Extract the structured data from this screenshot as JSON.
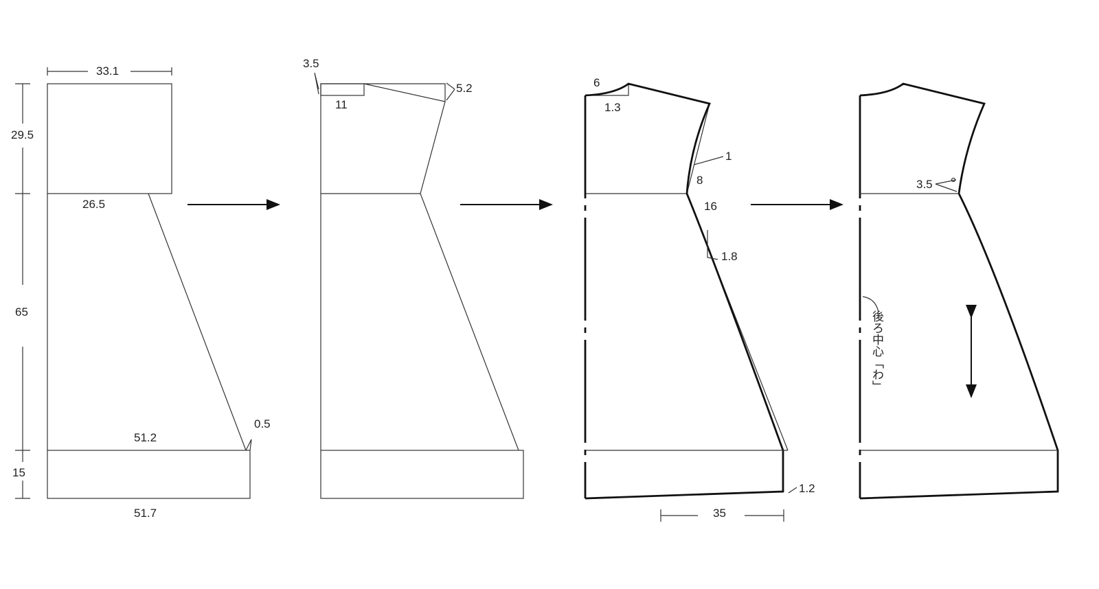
{
  "steps": [
    {
      "name": "step-1-base-rectangles",
      "labels": {
        "width_top": "33.1",
        "height_upper": "29.5",
        "waist_width": "26.5",
        "height_skirt": "65",
        "hem_width": "51.2",
        "hem_offset": "0.5",
        "height_band": "15",
        "band_width": "51.7"
      }
    },
    {
      "name": "step-2-neck-shoulder",
      "labels": {
        "neck_drop": "3.5",
        "neck_width": "11",
        "shoulder_drop": "5.2"
      }
    },
    {
      "name": "step-3-curves",
      "labels": {
        "neck_curve": "6",
        "neck_depth": "1.3",
        "armhole_1": "1",
        "armhole_8": "8",
        "side_16": "16",
        "side_1_8": "1.8",
        "band_rise": "1.2",
        "band_measure": "35"
      }
    },
    {
      "name": "step-4-final-pattern",
      "labels": {
        "notch": "3.5",
        "center_back_fold": "後ろ中心「わ」"
      }
    }
  ]
}
